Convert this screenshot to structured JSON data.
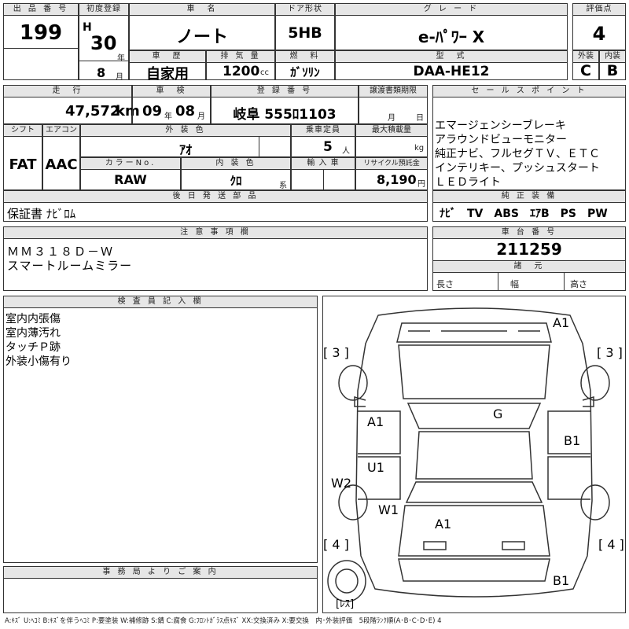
{
  "header": {
    "lot_label": "出 品 番 号",
    "lot_number": "199",
    "first_reg_label": "初度登録",
    "era_letter": "H",
    "first_reg_year": "30",
    "year_unit": "年",
    "first_reg_month": "8",
    "month_unit": "月",
    "car_name_label": "車　名",
    "car_name": "ノート",
    "history_label": "車　歴",
    "history_value": "自家用",
    "displacement_label": "排 気 量",
    "displacement_value": "1200",
    "displacement_unit": "cc",
    "door_label": "ドア形状",
    "door_value": "5HB",
    "fuel_label": "燃　料",
    "fuel_value": "ｶﾞｿﾘﾝ",
    "grade_label": "グ レ ー ド",
    "grade_value": "e-ﾊﾟﾜｰ X",
    "model_label": "型　式",
    "model_value": "DAA-HE12",
    "score_label": "評価点",
    "score_value": "4",
    "exterior_label": "外装",
    "exterior_value": "C",
    "interior_label": "内装",
    "interior_value": "B"
  },
  "row2": {
    "mileage_label": "走　行",
    "mileage_value": "47,572",
    "mileage_unit": "km",
    "inspection_label": "車　検",
    "inspection_year": "09",
    "inspection_year_unit": "年",
    "inspection_month": "08",
    "inspection_month_unit": "月",
    "plate_label": "登 録 番 号",
    "plate_value": "岐阜 555ﾛ1103",
    "transfer_label": "譲渡書類期限",
    "transfer_month_unit": "月",
    "transfer_day_unit": "日",
    "shift_label": "シフト",
    "shift_value": "FAT",
    "ac_label": "エアコン",
    "ac_value": "AAC",
    "ext_color_label": "外 装 色",
    "ext_color_value": "ｱｵ",
    "capacity_label": "乗車定員",
    "capacity_value": "5",
    "capacity_unit": "人",
    "load_label": "最大積載量",
    "load_unit": "kg",
    "color_no_label": "カラーNo.",
    "color_no_value": "RAW",
    "int_color_label": "内 装 色",
    "int_color_value": "ｸﾛ",
    "int_color_unit": "系",
    "import_label": "輸 入 車",
    "recycle_label": "リサイクル預託金",
    "recycle_value": "8,190",
    "recycle_unit": "円",
    "later_label": "後 日 発 送 部 品",
    "later_value": "保証書 ﾅﾋﾞﾛﾑ"
  },
  "sales": {
    "label": "セ ー ル ス ポ イ ン ト",
    "lines": [
      "エマージェンシーブレーキ",
      "アラウンドビューモニター",
      "純正ナビ、フルセグＴＶ、ＥＴＣ",
      "インテリキー、プッシュスタート",
      "ＬＥＤライト"
    ]
  },
  "equipment": {
    "label": "純 正 装 備",
    "value": "ﾅﾋﾞ　TV　ABS　ｴｱB　PS　PW"
  },
  "notes": {
    "label": "注 意 事 項 欄",
    "lines": [
      "ＭＭ３１８Ｄ－Ｗ",
      "スマートルームミラー"
    ]
  },
  "chassis": {
    "label": "車 台 番 号",
    "value": "211259",
    "spec_label": "諸　元",
    "length_label": "長さ",
    "width_label": "幅",
    "height_label": "高さ"
  },
  "inspector": {
    "label": "検 査 員 記 入 欄",
    "lines": [
      "室内内張傷",
      "室内薄汚れ",
      "タッチＰ跡",
      "外装小傷有り"
    ]
  },
  "office": {
    "label": "事 務 局 よ り ご 案 内"
  },
  "diagram": {
    "marks": [
      "A1",
      "[ 3 ]",
      "[ 3 ]",
      "G",
      "A1",
      "B1",
      "U1",
      "W2",
      "W1",
      "A1",
      "[ 4 ]",
      "[ 4 ]",
      "B1",
      "[ﾚｽ]"
    ]
  },
  "legend": {
    "text": "A:ｷｽﾞ U:ﾍｺﾐ B:ｷｽﾞを伴うﾍｺﾐ P:要塗装 W:補修跡 S:錆 C:腐食 G:ﾌﾛﾝﾄｶﾞﾗｽ点ｷｽﾞ XX:交換済み X:要交換　内･外装評価　5段階ﾗﾝｸ順(A･B･C･D･E) 4"
  }
}
